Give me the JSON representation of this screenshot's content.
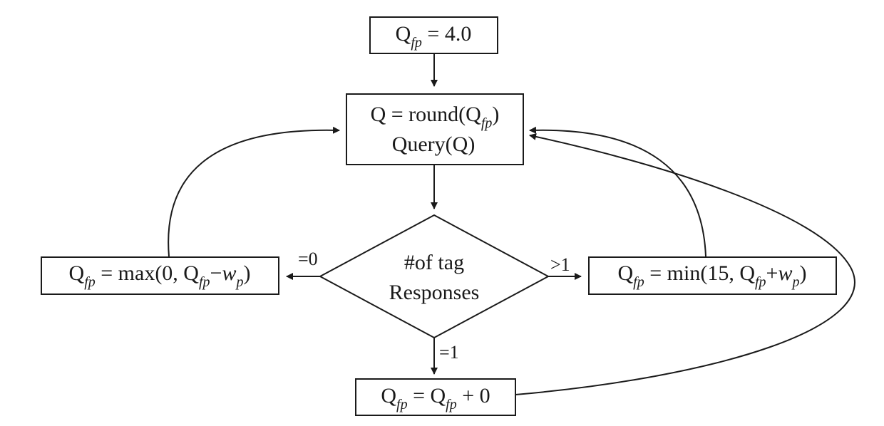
{
  "nodes": {
    "init": {
      "q": "Q",
      "fp": "fp",
      "tail": " = 4.0"
    },
    "query": {
      "line1": {
        "head": "Q = round(Q",
        "fp": "fp",
        "tail": ")"
      },
      "line2": "Query(Q)"
    },
    "decision": {
      "line1": "#of tag",
      "line2": "Responses"
    },
    "decrease": {
      "q": "Q",
      "fp": "fp",
      "mid": " = max(0, Q",
      "fp2": "fp",
      "minus": "−",
      "w": "w",
      "p": "p",
      "tail": ")"
    },
    "increase": {
      "q": "Q",
      "fp": "fp",
      "mid": " = min(15, Q",
      "fp2": "fp",
      "plus": "+",
      "w": "w",
      "p": "p",
      "tail": ")"
    },
    "same": {
      "q": "Q",
      "fp": "fp",
      "mid": " = Q",
      "fp2": "fp",
      "tail": " + 0"
    }
  },
  "edges": {
    "zero": "=0",
    "more": ">1",
    "one": "=1"
  }
}
